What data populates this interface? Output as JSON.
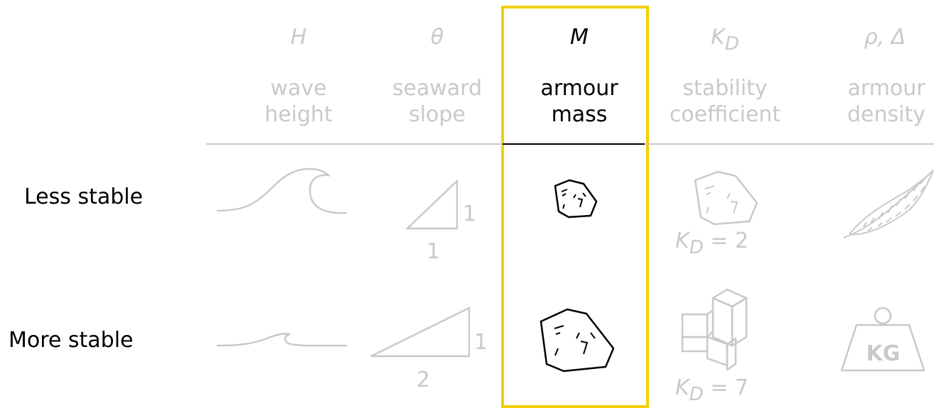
{
  "columns": [
    {
      "symbol": "H",
      "label": "wave height"
    },
    {
      "symbol": "θ",
      "label": "seaward slope"
    },
    {
      "symbol": "M",
      "label": "armour mass"
    },
    {
      "symbol": "K",
      "symbol_sub": "D",
      "label": "stability coefficient"
    },
    {
      "symbol": "ρ, Δ",
      "label": "armour density"
    }
  ],
  "rows": [
    {
      "label": "Less stable",
      "slope_rise": "1",
      "slope_run": "1",
      "kd_value": "2"
    },
    {
      "label": "More stable",
      "slope_rise": "1",
      "slope_run": "2",
      "kd_value": "7"
    }
  ],
  "kd_symbol": "K",
  "kd_subscript": "D",
  "kd_equals": "=",
  "weight_label": "KG",
  "highlight_color": "#f2d000",
  "faded_color": "#c9c9c9",
  "icons": [
    "wave-icon",
    "slope-triangle-icon",
    "rock-icon",
    "cube-armour-icon",
    "feather-icon",
    "weight-icon"
  ]
}
